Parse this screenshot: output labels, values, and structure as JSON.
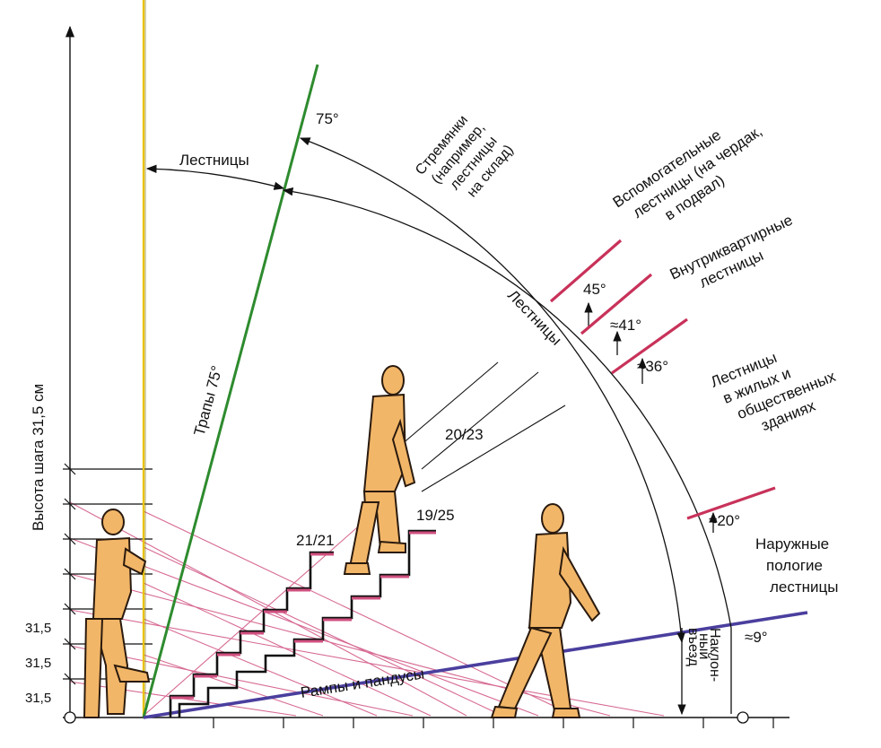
{
  "labels": {
    "vertical_axis": "Высота шага 31,5 см",
    "ladders_top": "Лестницы",
    "ladders_arc": "Лестницы",
    "trap": "Трапы 75°",
    "deg75": "75°",
    "stepladders": [
      "Стремянки",
      "(например,",
      "лестницы",
      "на склад)"
    ],
    "auxiliary": [
      "Вспомогательные",
      "лестницы (на чердак,",
      "в подвал)"
    ],
    "intra_apartment": [
      "Внутриквартирные",
      "лестницы"
    ],
    "residential": [
      "Лестницы",
      "в  жилых  и",
      "общественных",
      "зданиях"
    ],
    "outdoor": [
      "Наружные",
      "пологие",
      "лестницы"
    ],
    "inclined_entry": [
      "Наклон-",
      "ный",
      "въезд"
    ],
    "ramps": "Рампы  и  пандусы",
    "deg45": "45°",
    "deg41": "≈41°",
    "deg36": "≈36°",
    "deg20": "≈20°",
    "deg9": "≈9°",
    "ratio_20_23": "20/23",
    "ratio_19_25": "19/25",
    "ratio_21_21": "21/21",
    "step_values": [
      "31,5",
      "31,5",
      "31,5"
    ]
  },
  "colors": {
    "figure": "#f2b668",
    "figure_outline": "#2a1a0e",
    "trap_line": "#2e8b2e",
    "ramp_line": "#4a3f9e",
    "pink": "#d05080",
    "red_tick": "#c8325a",
    "yellow": "#e9c200"
  }
}
